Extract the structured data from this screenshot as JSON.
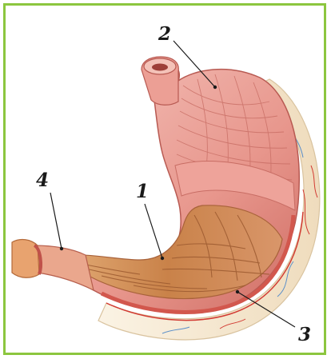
{
  "labels": {
    "n1": "1",
    "n2": "2",
    "n3": "3",
    "n4": "4"
  },
  "colors": {
    "frame_border": "#8cc63f",
    "muscle_light": "#f2b8b0",
    "muscle_mid": "#e58f86",
    "muscle_dark": "#c9645c",
    "mucosa": "#d89a66",
    "mucosa_dark": "#b86f3e",
    "fat": "#f6ecd8",
    "vessel_red": "#d23a32",
    "vessel_blue": "#5b8fc9"
  }
}
